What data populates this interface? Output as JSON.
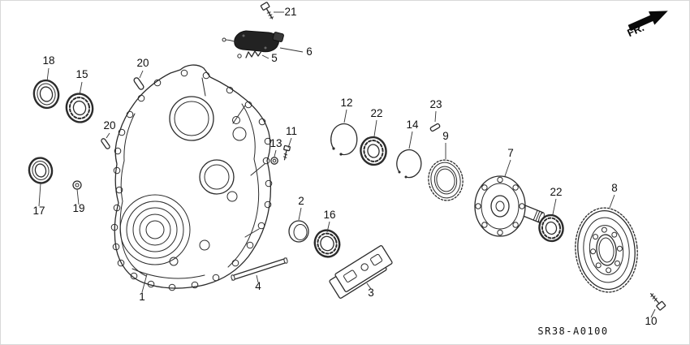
{
  "diagram": {
    "code": "SR38-A0100",
    "direction_label": "FR."
  },
  "callouts": [
    {
      "label": "18"
    },
    {
      "label": "15"
    },
    {
      "label": "20"
    },
    {
      "label": "20"
    },
    {
      "label": "17"
    },
    {
      "label": "19"
    },
    {
      "label": "1"
    },
    {
      "label": "21"
    },
    {
      "label": "5"
    },
    {
      "label": "6"
    },
    {
      "label": "13"
    },
    {
      "label": "11"
    },
    {
      "label": "2"
    },
    {
      "label": "16"
    },
    {
      "label": "4"
    },
    {
      "label": "3"
    },
    {
      "label": "12"
    },
    {
      "label": "22"
    },
    {
      "label": "14"
    },
    {
      "label": "23"
    },
    {
      "label": "9"
    },
    {
      "label": "7"
    },
    {
      "label": "22"
    },
    {
      "label": "8"
    },
    {
      "label": "10"
    }
  ]
}
